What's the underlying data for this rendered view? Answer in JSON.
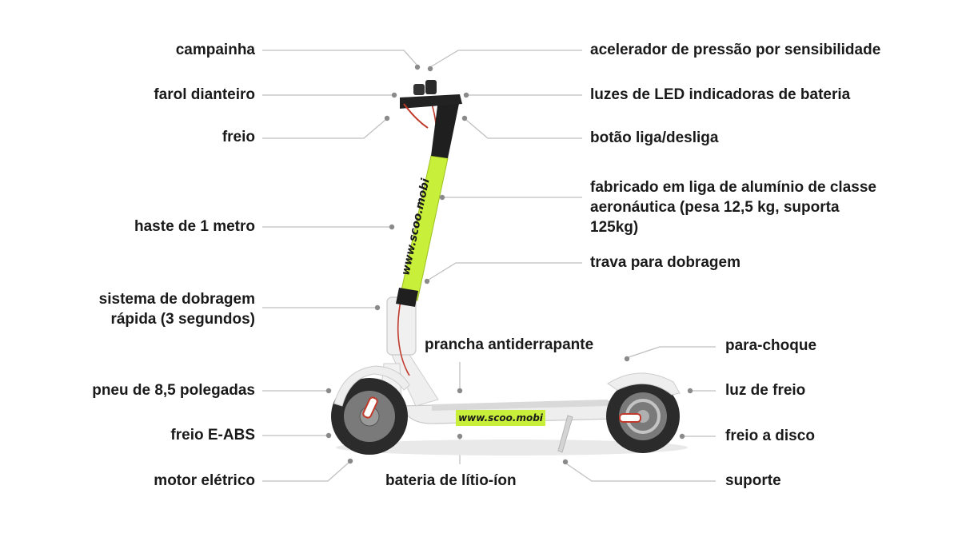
{
  "diagram": {
    "brand_text": "www.scoo.mobi",
    "colors": {
      "accent_green": "#c8f03a",
      "frame_white": "#eeeeee",
      "tire_black": "#2b2b2b",
      "leader_line": "#bfbfbf",
      "dot": "#8a8a8a",
      "brake_red": "#c0392b"
    },
    "labels": {
      "campainha": "campainha",
      "acelerador": "acelerador de pressão por sensibilidade",
      "farol": "farol dianteiro",
      "luzes_led": "luzes de LED indicadoras de bateria",
      "freio": "freio",
      "botao": "botão liga/desliga",
      "aluminio_1": "fabricado em liga de alumínio de classe",
      "aluminio_2": "aeronáutica (pesa 12,5 kg, suporta",
      "aluminio_3": "125kg)",
      "haste": "haste de 1 metro",
      "trava": "trava para dobragem",
      "dobragem_1": "sistema de dobragem",
      "dobragem_2": "rápida (3 segundos)",
      "prancha": "prancha antiderrapante",
      "parachoque": "para-choque",
      "pneu": "pneu de 8,5 polegadas",
      "luz_freio": "luz de freio",
      "freio_eabs": "freio E-ABS",
      "freio_disco": "freio a disco",
      "motor": "motor elétrico",
      "bateria": "bateria de lítio-íon",
      "suporte": "suporte"
    }
  }
}
